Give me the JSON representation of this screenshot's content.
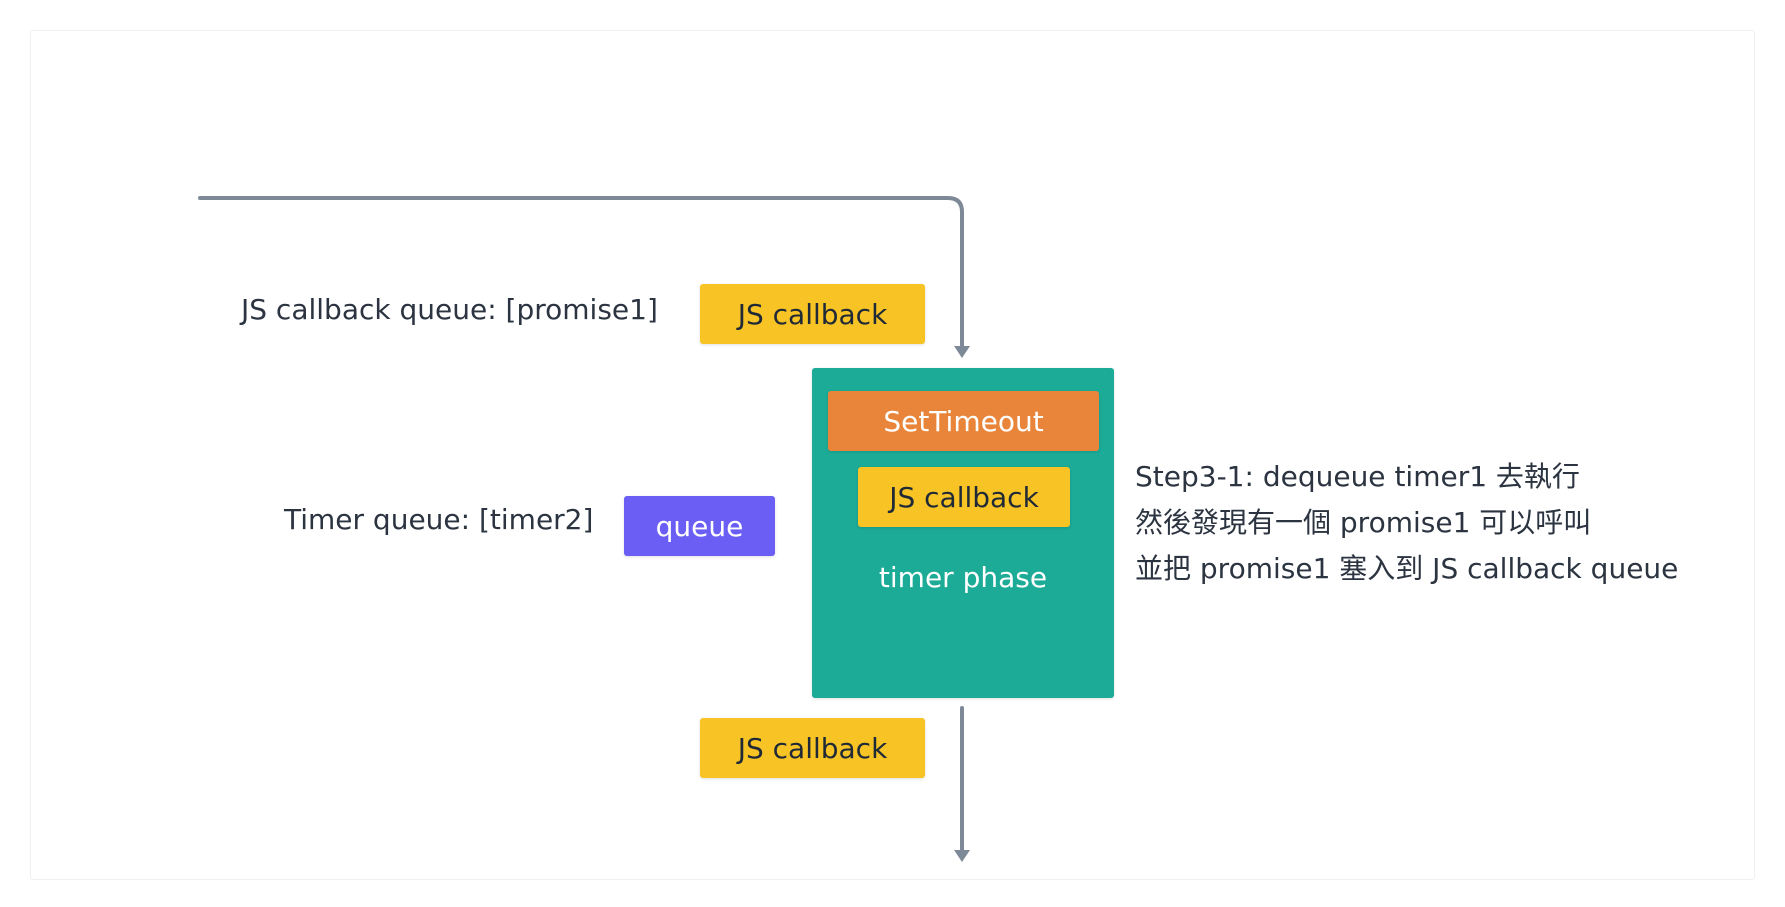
{
  "labels": {
    "js_queue": "JS callback queue: [promise1]",
    "timer_queue": "Timer queue: [timer2]"
  },
  "boxes": {
    "js_callback_top": "JS callback",
    "queue": "queue",
    "settimeout": "SetTimeout",
    "js_callback_inner": "JS callback",
    "js_callback_bottom": "JS callback"
  },
  "phase": {
    "name": "timer phase"
  },
  "step": {
    "lines": [
      "Step3-1: dequeue timer1 去執行",
      "然後發現有一個 promise1 可以呼叫",
      "並把 promise1 塞入到 JS callback queue"
    ]
  },
  "colors": {
    "yellow": "#f7c325",
    "purple": "#6b5ef5",
    "orange": "#e8853a",
    "teal": "#1bab97",
    "arrow": "#7d8996"
  }
}
